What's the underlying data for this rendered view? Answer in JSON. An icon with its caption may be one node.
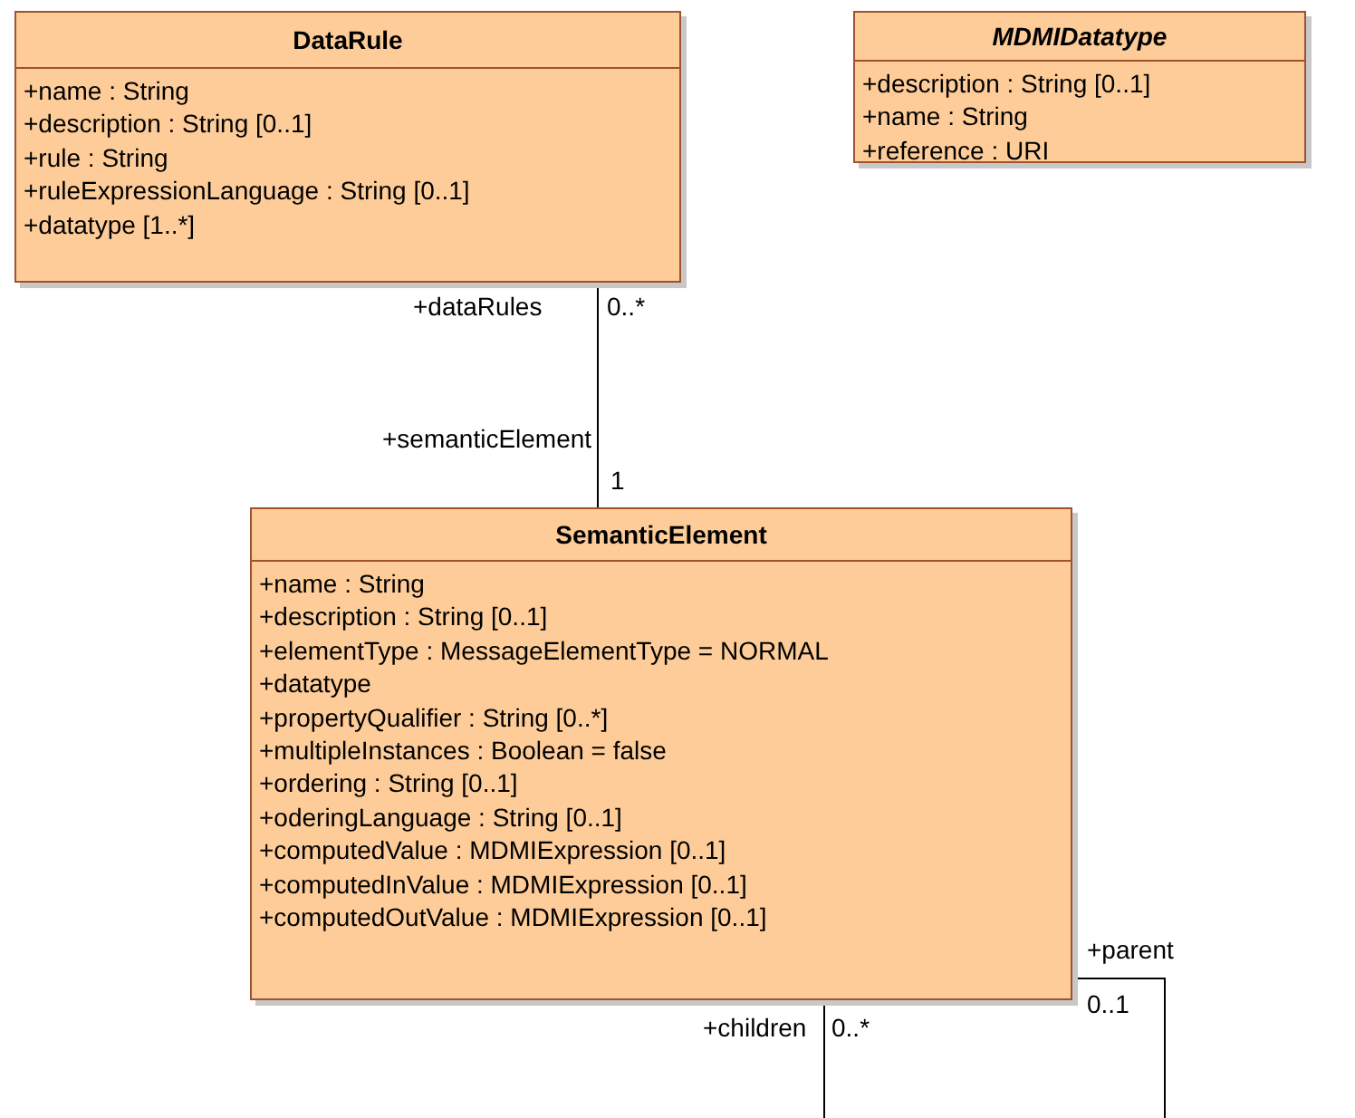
{
  "diagram": {
    "nodes": [
      {
        "text": [
          "DataRule",
          "+name : String",
          "+description : String [0..1]",
          "+rule : String",
          "+ruleExpressionLanguage : String [0..1]",
          "+datatype [1..*]"
        ]
      },
      {
        "text": [
          "MDMIDatatype",
          "+description : String [0..1]",
          "+name : String",
          "+reference : URI"
        ]
      },
      {
        "text": [
          "SemanticElement",
          "+name : String",
          "+description : String [0..1]",
          "+elementType : MessageElementType = NORMAL",
          "+datatype",
          "+propertyQualifier : String [0..*]",
          "+multipleInstances : Boolean = false",
          "+ordering : String [0..1]",
          "+oderingLanguage : String [0..1]",
          "+computedValue : MDMIExpression [0..1]",
          "+computedInValue : MDMIExpression [0..1]",
          "+computedOutValue : MDMIExpression [0..1]"
        ]
      }
    ],
    "edges": [
      {
        "from": 0,
        "to": 2,
        "arrow": "none"
      },
      {
        "from": 2,
        "to": null,
        "arrow": "none"
      },
      {
        "from": 2,
        "to": null,
        "arrow": "none"
      }
    ],
    "labels": [
      "+dataRules",
      "0..*",
      "+semanticElement",
      "1",
      "+parent",
      "0..1",
      "+children",
      "0..*"
    ]
  }
}
